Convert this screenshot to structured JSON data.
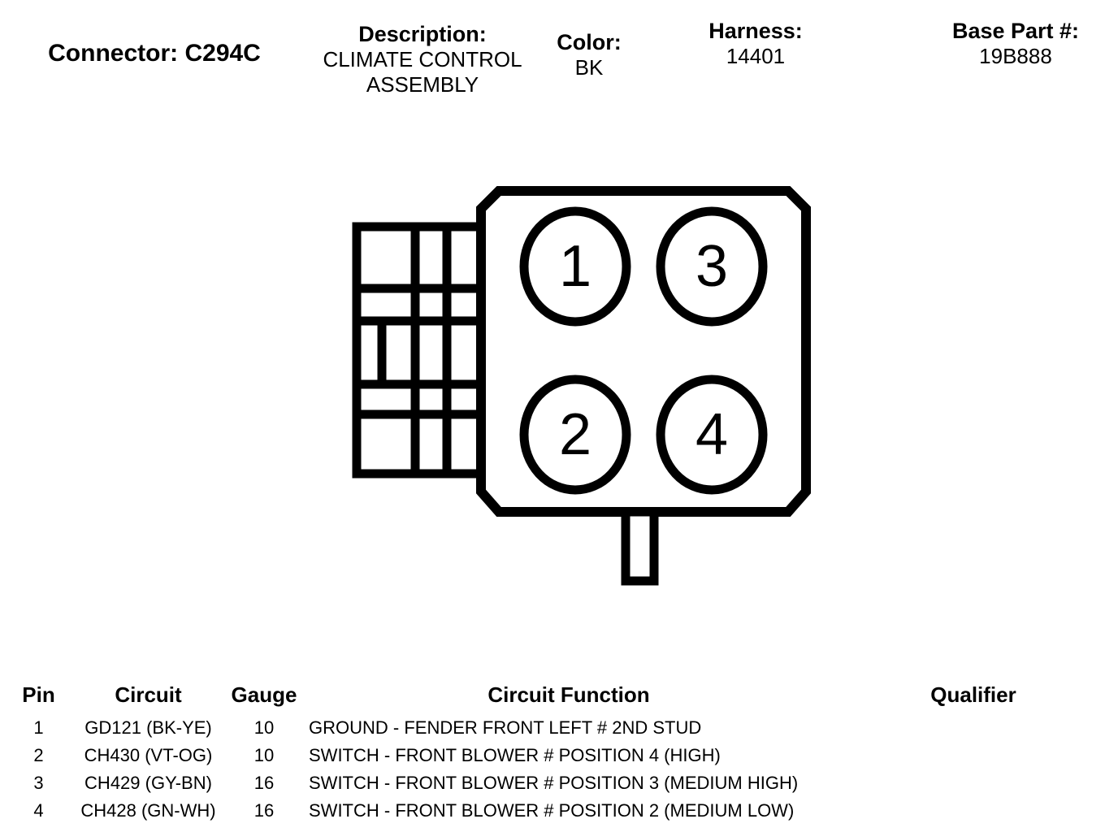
{
  "header": {
    "connector": {
      "label": "Connector: C294C"
    },
    "description": {
      "label": "Description:",
      "value_line1": "CLIMATE CONTROL",
      "value_line2": "ASSEMBLY"
    },
    "color": {
      "label": "Color:",
      "value": "BK"
    },
    "harness": {
      "label": "Harness:",
      "value": "14401"
    },
    "base_part": {
      "label": "Base Part #:",
      "value": "19B888"
    }
  },
  "diagram": {
    "pin_labels": {
      "p1": "1",
      "p2": "2",
      "p3": "3",
      "p4": "4"
    }
  },
  "table": {
    "headers": {
      "pin": "Pin",
      "circuit": "Circuit",
      "gauge": "Gauge",
      "function": "Circuit Function",
      "qualifier": "Qualifier"
    },
    "rows": [
      {
        "pin": "1",
        "circuit": "GD121 (BK-YE)",
        "gauge": "10",
        "function": "GROUND - FENDER FRONT LEFT # 2ND STUD",
        "qualifier": ""
      },
      {
        "pin": "2",
        "circuit": "CH430 (VT-OG)",
        "gauge": "10",
        "function": "SWITCH - FRONT BLOWER # POSITION 4 (HIGH)",
        "qualifier": ""
      },
      {
        "pin": "3",
        "circuit": "CH429 (GY-BN)",
        "gauge": "16",
        "function": "SWITCH - FRONT BLOWER # POSITION 3 (MEDIUM HIGH)",
        "qualifier": ""
      },
      {
        "pin": "4",
        "circuit": "CH428 (GN-WH)",
        "gauge": "16",
        "function": "SWITCH - FRONT BLOWER # POSITION 2 (MEDIUM LOW)",
        "qualifier": ""
      }
    ]
  },
  "colors": {
    "ink": "#000000",
    "background": "#ffffff"
  }
}
